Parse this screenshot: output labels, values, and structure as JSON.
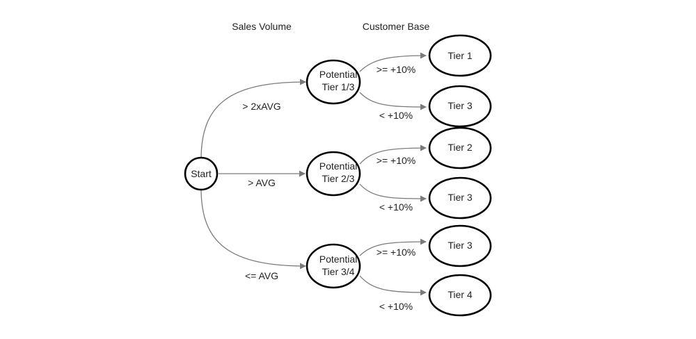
{
  "headers": {
    "sales_volume": "Sales Volume",
    "customer_base": "Customer Base"
  },
  "nodes": {
    "start": "Start",
    "potential_1_3": [
      "Potential",
      "Tier 1/3"
    ],
    "potential_2_3": [
      "Potential",
      "Tier 2/3"
    ],
    "potential_3_4": [
      "Potential",
      "Tier 3/4"
    ],
    "tier_a": "Tier 1",
    "tier_b": "Tier 3",
    "tier_c": "Tier 2",
    "tier_d": "Tier 3",
    "tier_e": "Tier 3",
    "tier_f": "Tier 4"
  },
  "edges": {
    "gt_2xavg": "> 2xAVG",
    "gt_avg": "> AVG",
    "le_avg": "<= AVG",
    "ge_10_a": ">= +10%",
    "lt_10_a": "< +10%",
    "ge_10_b": ">= +10%",
    "lt_10_b": "< +10%",
    "ge_10_c": ">= +10%",
    "lt_10_c": "< +10%"
  },
  "colors": {
    "node_stroke": "#000000",
    "edge_stroke": "#7a7a7a",
    "text": "#222222"
  }
}
